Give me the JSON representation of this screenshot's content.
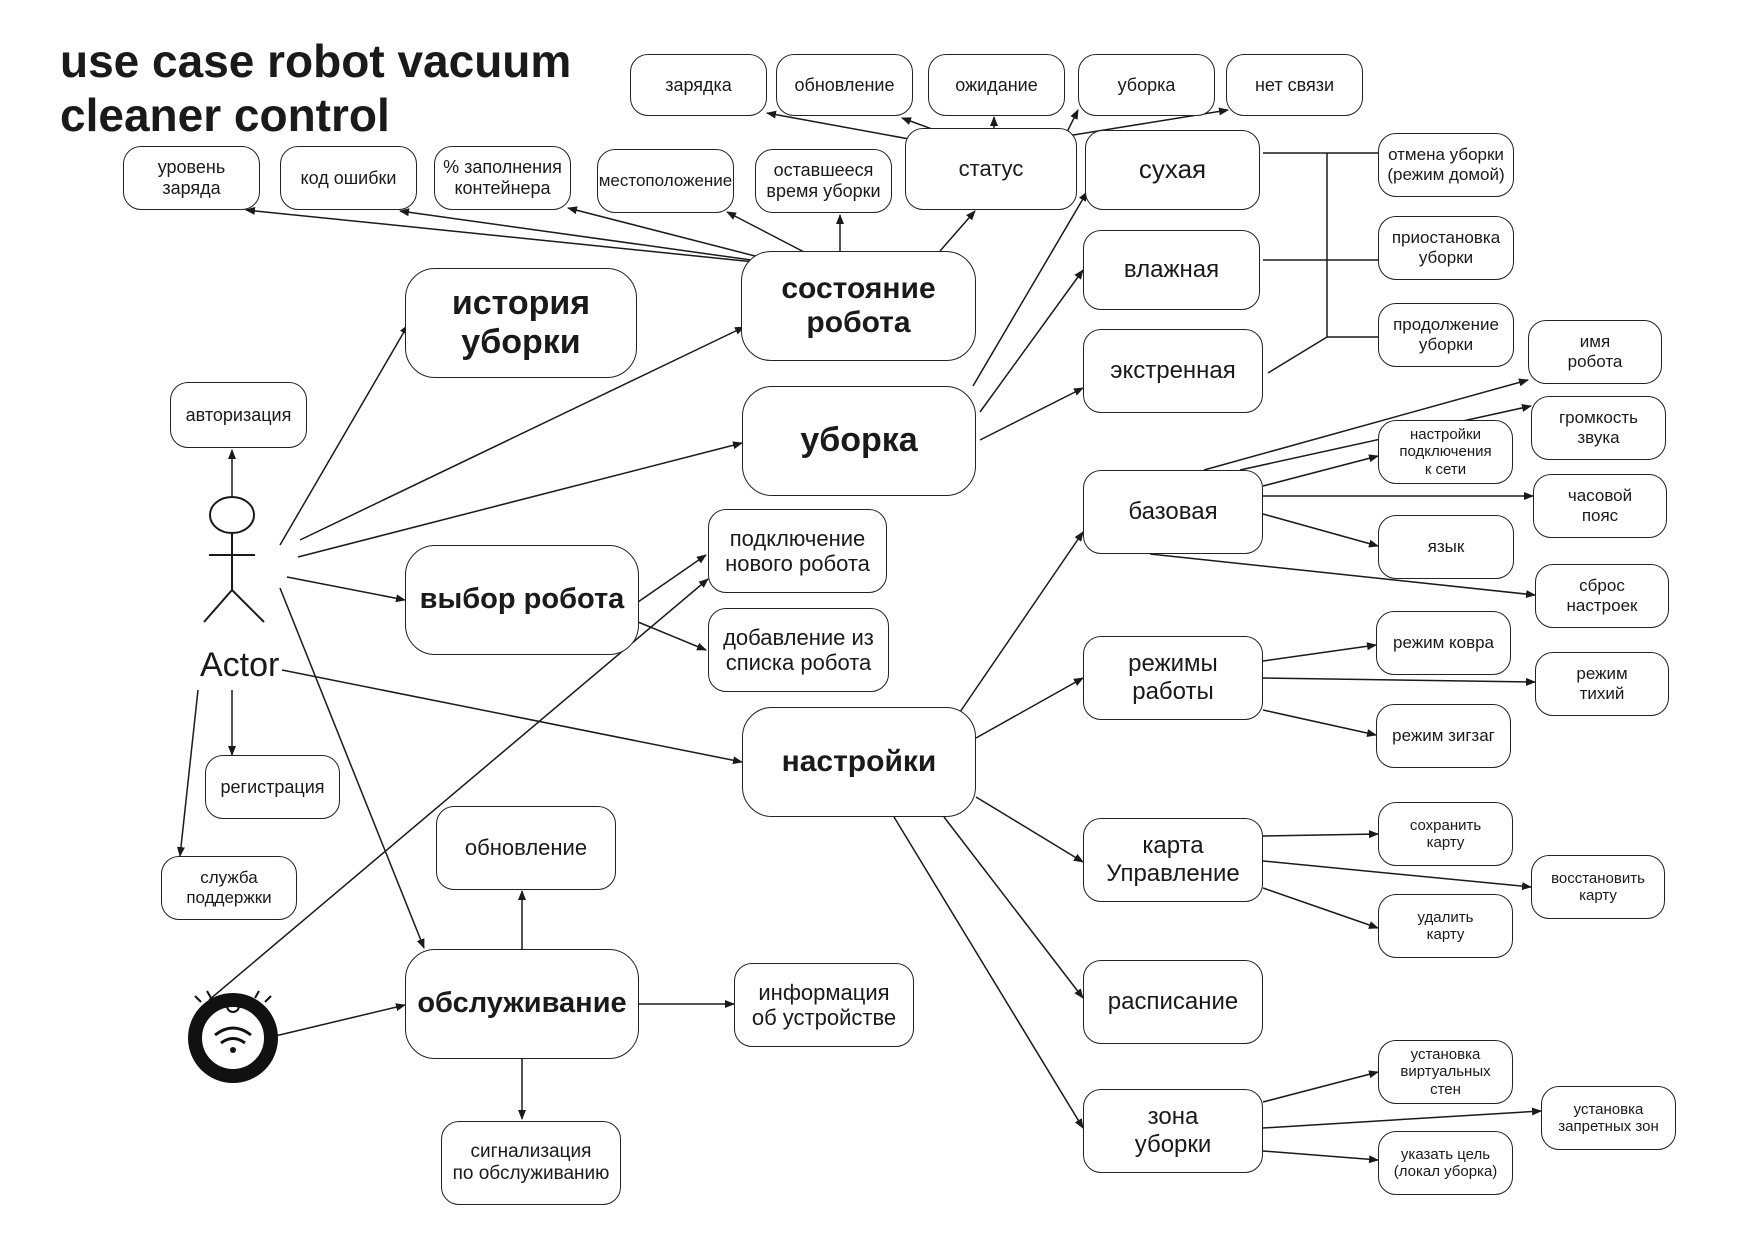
{
  "title": {
    "line1": "use case  robot vacuum",
    "line2": "cleaner control"
  },
  "actor": {
    "label": "Actor"
  },
  "device_icon": "robot-vacuum-wifi-icon",
  "nodes": {
    "zaryadka": "зарядка",
    "obnovlenie_status": "обновление",
    "ozhidanie": "ожидание",
    "uborka_status": "уборка",
    "net_svyazi": "нет связи",
    "uroven_zaryada": "уровень\nзаряда",
    "kod_oshibki": "код ошибки",
    "zapolnenie": "% заполнения\nконтейнера",
    "mestopolozhenie": "местоположение",
    "ostavsheesya": "оставшееся\nвремя уборки",
    "status": "статус",
    "sukhaya": "сухая",
    "otmena": "отмена уборки\n(режим домой)",
    "vlazhnaya": "влажная",
    "priostanovka": "приостановка\nуборки",
    "istoriya": "история\nуборки",
    "sostoyanie": "состояние\nробота",
    "ekstrennaya": "экстренная",
    "prodolzhenie": "продолжение\nуборки",
    "imya": "имя\nробота",
    "avtorizaciya": "авторизация",
    "uborka_main": "уборка",
    "gromkost": "громкость\nзвука",
    "nastroyki_seti": "настройки\nподключения\nк сети",
    "bazovaya": "базовая",
    "chasovoy": "часовой\nпояс",
    "yazyk": "язык",
    "podklyuchenie": "подключение\nнового робота",
    "vybor": "выбор робота",
    "sbros": "сброс\nнастроек",
    "dobavlenie": "добавление из\nсписка робота",
    "rezhim_kovra": "режим ковра",
    "rezhimy": "режимы\nработы",
    "rezhim_tikhiy": "режим\nтихий",
    "rezhim_zigzag": "режим  зигзаг",
    "registraciya": "регистрация",
    "nastroyki": "настройки",
    "obnovlenie_obsl": "обновление",
    "sokhranit": "сохранить\nкарту",
    "karta": "карта\nУправление",
    "vosstanovit": "восстановить\nкарту",
    "sluzhba": "служба\nподдержки",
    "udalit": "удалить\nкарту",
    "raspisanie": "расписание",
    "obsluzhivanie": "обслуживание",
    "informaciya": "информация\nоб устройстве",
    "ustanovka_sten": "установка\nвиртуальных\nстен",
    "zapretnykh": "установка\nзапретных зон",
    "zona": "зона\nуборки",
    "ukazat": "указать цель\n(локал уборка)",
    "signalizaciya": "сигнализация\nпо обслуживанию"
  }
}
